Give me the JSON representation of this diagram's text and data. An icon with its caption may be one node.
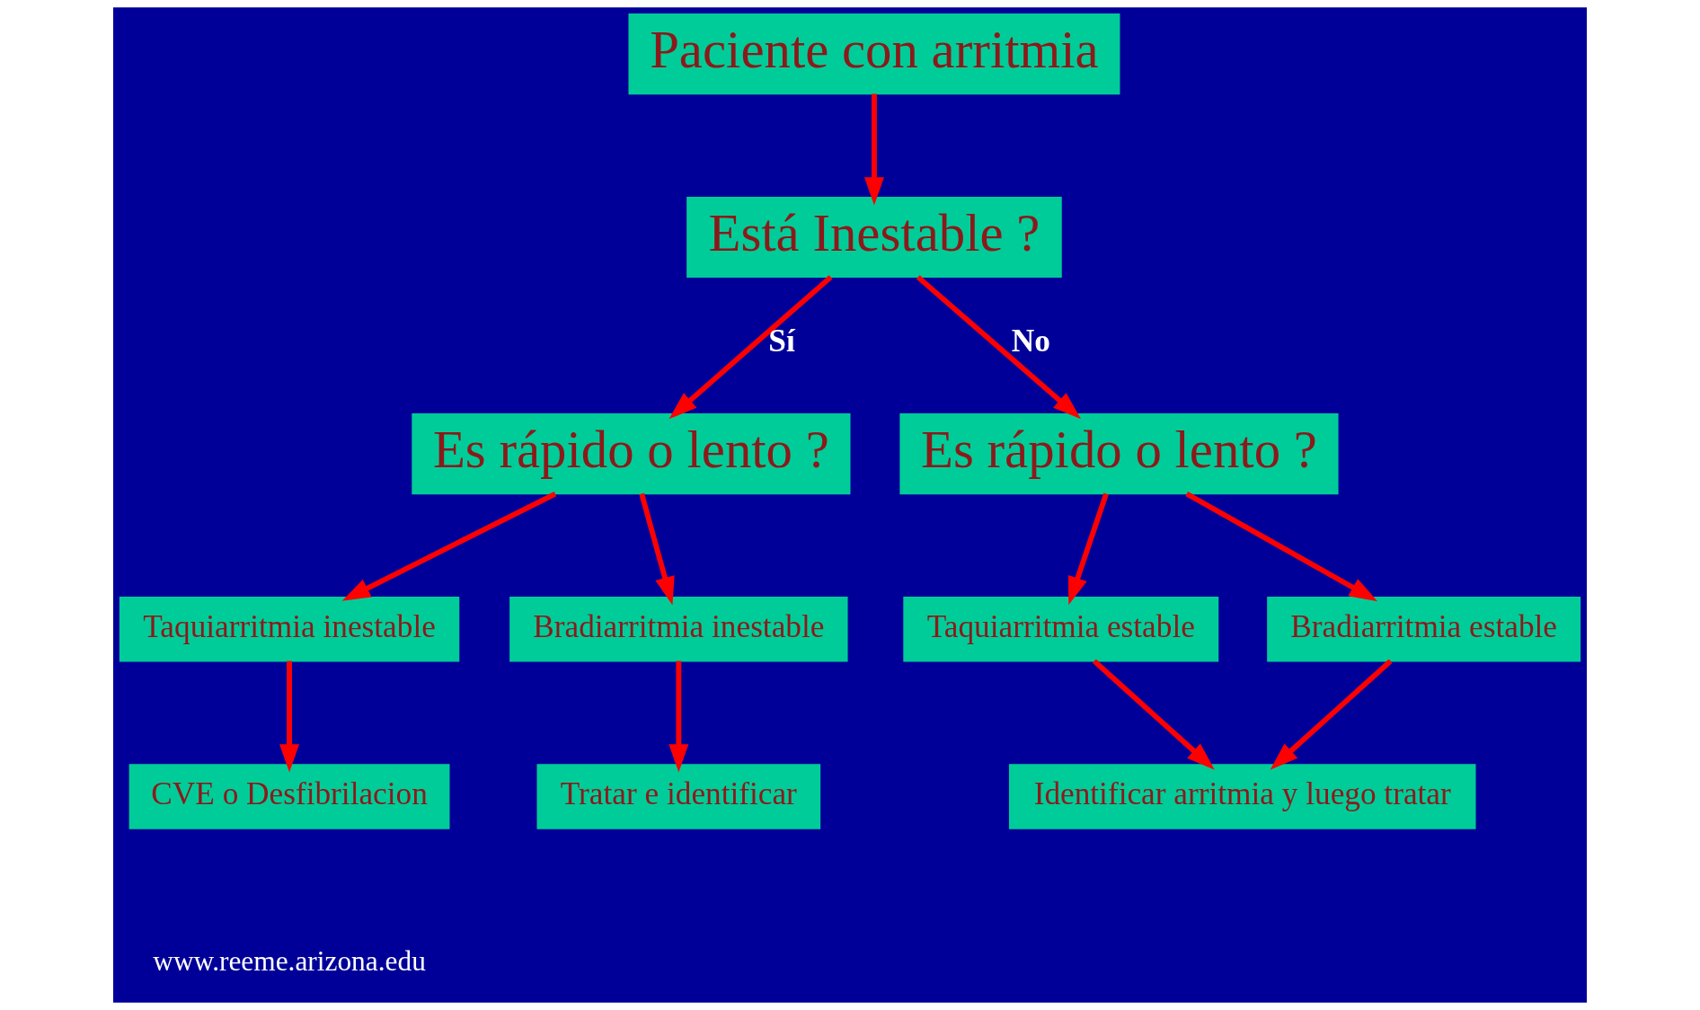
{
  "diagram": {
    "nodes": [
      {
        "text": [
          "Paciente con arritmia"
        ]
      },
      {
        "text": [
          "Está Inestable ?"
        ]
      },
      {
        "text": [
          "Es rápido o lento ?"
        ]
      },
      {
        "text": [
          "Es rápido o lento ?"
        ]
      },
      {
        "text": [
          "Taquiarritmia inestable"
        ]
      },
      {
        "text": [
          "Bradiarritmia inestable"
        ]
      },
      {
        "text": [
          "Taquiarritmia estable"
        ]
      },
      {
        "text": [
          "Bradiarritmia estable"
        ]
      },
      {
        "text": [
          "CVE o Desfibrilacion"
        ]
      },
      {
        "text": [
          "Tratar e identificar"
        ]
      },
      {
        "text": [
          "Identificar arritmia y luego tratar"
        ]
      }
    ],
    "edges": [
      {
        "from": 0,
        "to": 1,
        "arrow": "to"
      },
      {
        "from": 1,
        "to": 2,
        "arrow": "to",
        "label": "Sí"
      },
      {
        "from": 1,
        "to": 3,
        "arrow": "to",
        "label": "No"
      },
      {
        "from": 2,
        "to": 4,
        "arrow": "to"
      },
      {
        "from": 2,
        "to": 5,
        "arrow": "to"
      },
      {
        "from": 3,
        "to": 6,
        "arrow": "to"
      },
      {
        "from": 3,
        "to": 7,
        "arrow": "to"
      },
      {
        "from": 4,
        "to": 8,
        "arrow": "to"
      },
      {
        "from": 5,
        "to": 9,
        "arrow": "to"
      },
      {
        "from": 6,
        "to": 10,
        "arrow": "to"
      },
      {
        "from": 7,
        "to": 10,
        "arrow": "to"
      }
    ],
    "labels": [
      "www.reeme.arizona.edu"
    ]
  }
}
